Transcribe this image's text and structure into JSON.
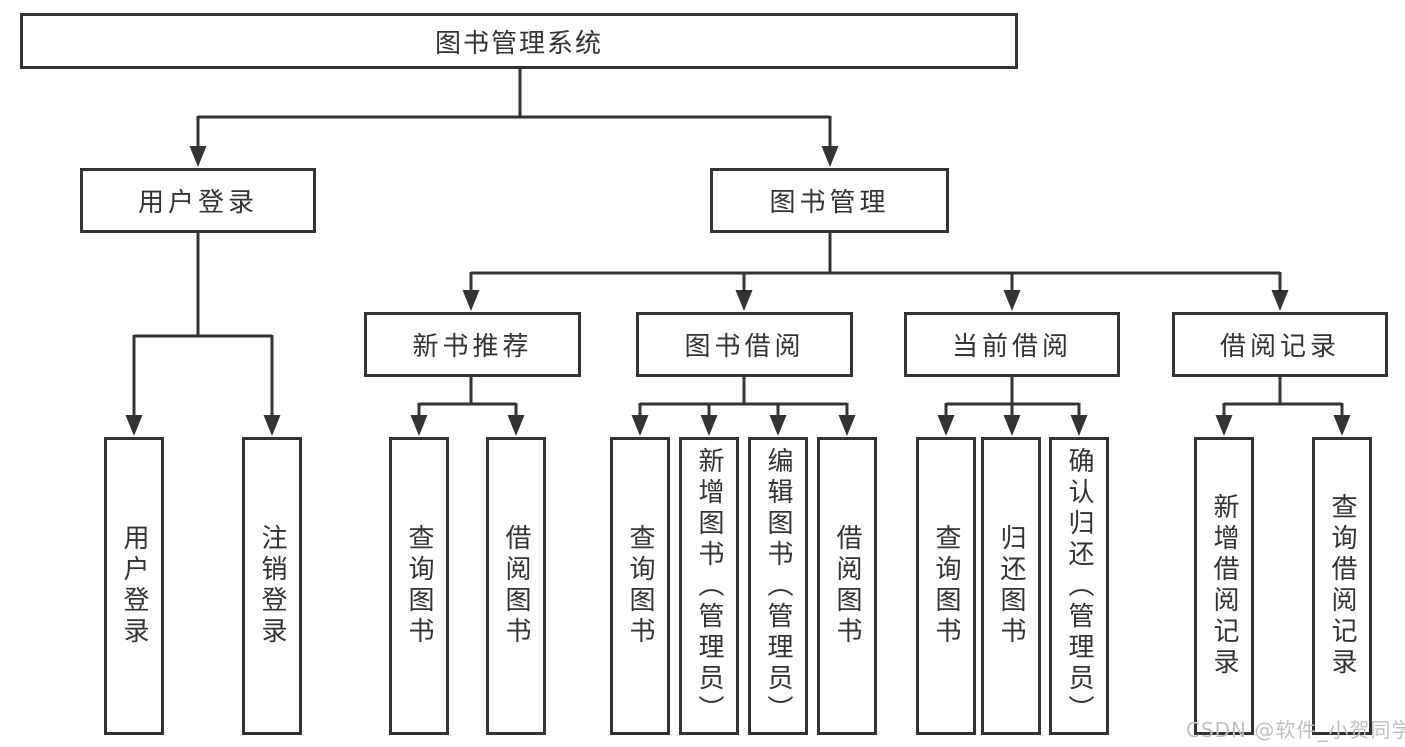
{
  "colors": {
    "line": "#333333",
    "text": "#333333",
    "background": "#ffffff",
    "watermark": "#bdc0c4"
  },
  "tree": {
    "root": {
      "label": "图书管理系统",
      "children": [
        {
          "label": "用户登录",
          "children": [
            {
              "label": "用户登录"
            },
            {
              "label": "注销登录"
            }
          ]
        },
        {
          "label": "图书管理",
          "children": [
            {
              "label": "新书推荐",
              "children": [
                {
                  "label": "查询图书"
                },
                {
                  "label": "借阅图书"
                }
              ]
            },
            {
              "label": "图书借阅",
              "children": [
                {
                  "label": "查询图书"
                },
                {
                  "label": "新增图书（管理员）"
                },
                {
                  "label": "编辑图书（管理员）"
                },
                {
                  "label": "借阅图书"
                }
              ]
            },
            {
              "label": "当前借阅",
              "children": [
                {
                  "label": "查询图书"
                },
                {
                  "label": "归还图书"
                },
                {
                  "label": "确认归还（管理员）"
                }
              ]
            },
            {
              "label": "借阅记录",
              "children": [
                {
                  "label": "新增借阅记录"
                },
                {
                  "label": "查询借阅记录"
                }
              ]
            }
          ]
        }
      ]
    }
  },
  "watermark": {
    "text": "CSDN @软件_小贺同学"
  }
}
